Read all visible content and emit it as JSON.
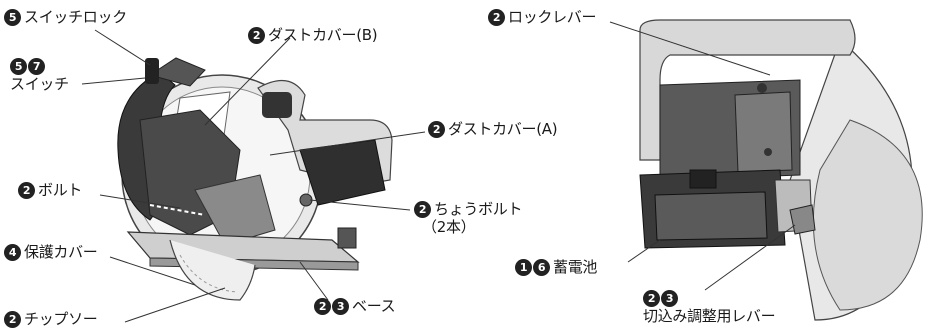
{
  "callouts": {
    "switch_lock": {
      "badges": [
        "5"
      ],
      "text": "スイッチロック"
    },
    "switch": {
      "badges": [
        "5",
        "7"
      ],
      "text": "スイッチ"
    },
    "dust_cover_b": {
      "badges": [
        "2"
      ],
      "text": "ダストカバー(B)"
    },
    "dust_cover_a": {
      "badges": [
        "2"
      ],
      "text": "ダストカバー(A)"
    },
    "bolt": {
      "badges": [
        "2"
      ],
      "text": "ボルト"
    },
    "wing_bolt": {
      "badges": [
        "2"
      ],
      "text": "ちょうボルト",
      "note": "（2本）"
    },
    "protective_cover": {
      "badges": [
        "4"
      ],
      "text": "保護カバー"
    },
    "tip_saw": {
      "badges": [
        "2"
      ],
      "text": "チップソー"
    },
    "base": {
      "badges": [
        "2",
        "3"
      ],
      "text": "ベース"
    },
    "lock_lever": {
      "badges": [
        "2"
      ],
      "text": "ロックレバー"
    },
    "battery": {
      "badges": [
        "1",
        "6"
      ],
      "text": "蓄電池"
    },
    "cut_depth_lever": {
      "badges": [
        "2",
        "3"
      ],
      "text": "切込み調整用レバー"
    }
  },
  "colors": {
    "body_dark": "#2b2b2b",
    "body_mid": "#6a6a6a",
    "body_light": "#c8c8c8",
    "badge": "#222222"
  }
}
